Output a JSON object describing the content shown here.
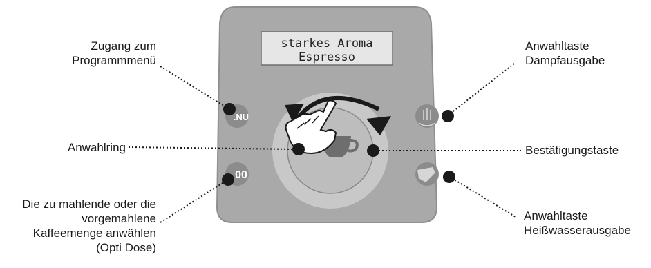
{
  "display": {
    "line1": "starkes Aroma",
    "line2": "Espresso"
  },
  "buttons": {
    "menu_label": ".NU",
    "optidose_label": "00"
  },
  "callouts": {
    "program_menu": [
      "Zugang zum",
      "Programmmenü"
    ],
    "selection_ring": [
      "Anwahlring"
    ],
    "opti_dose": [
      "Die zu mahlende oder die",
      "vorgemahlene",
      "Kaffeemenge anwählen",
      "(Opti Dose)"
    ],
    "steam": [
      "Anwahltaste",
      "Dampfausgabe"
    ],
    "confirm": [
      "Bestätigungstaste"
    ],
    "hot_water": [
      "Anwahltaste",
      "Heißwasserausgabe"
    ]
  },
  "icons": {
    "menu": "menu-button-icon",
    "opti_dose": "opti-dose-button-icon",
    "steam": "steam-icon",
    "hot_water": "hot-water-icon",
    "cup": "coffee-cup-icon",
    "hand": "pointing-hand-icon",
    "rotation": "rotation-arrow-icon"
  },
  "colors": {
    "panel": "#a9a9a9",
    "panel_edge": "#8f8f8f",
    "ring_outer": "#c8c8c8",
    "ring_inner": "#bdbdbd",
    "display_bg": "#e6e6e6",
    "button": "#8c8c8c",
    "marker": "#1a1a1a"
  }
}
